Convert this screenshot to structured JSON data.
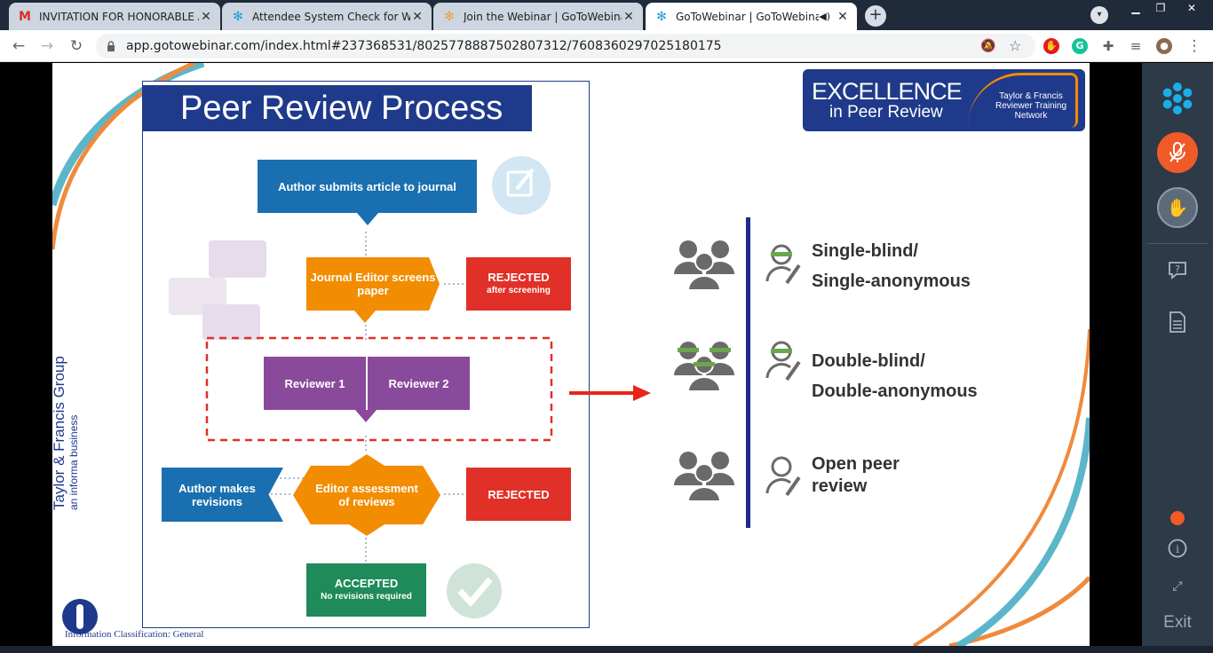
{
  "browser": {
    "tabs": [
      {
        "label": "INVITATION FOR HONORABLE A",
        "icon": "gmail-icon",
        "active": false
      },
      {
        "label": "Attendee System Check for Web",
        "icon": "gotowebinar-icon",
        "active": false
      },
      {
        "label": "Join the Webinar | GoToWebinar",
        "icon": "gotowebinar-icon",
        "active": false
      },
      {
        "label": "GoToWebinar | GoToWebinar",
        "icon": "gotowebinar-icon",
        "active": true
      }
    ],
    "url": "app.gotowebinar.com/index.html#237368531/8025778887502807312/7608360297025180175"
  },
  "slide": {
    "title": "Peer Review Process",
    "logo_excellence": "EXCELLENCE",
    "logo_in_peer_review": "in Peer Review",
    "logo_network": "Taylor & Francis Reviewer Training Network",
    "flow": {
      "author_submits": "Author submits article to journal",
      "editor_screens": "Journal Editor screens paper",
      "rejected_screening": "REJECTED",
      "rejected_screening_sub": "after screening",
      "reviewer1": "Reviewer 1",
      "reviewer2": "Reviewer 2",
      "author_revisions": "Author makes revisions",
      "editor_assessment": "Editor assessment of reviews",
      "rejected": "REJECTED",
      "accepted": "ACCEPTED",
      "accepted_sub": "No revisions required"
    },
    "review_types": [
      {
        "line1": "Single-blind/",
        "line2": "Single-anonymous"
      },
      {
        "line1": "Double-blind/",
        "line2": "Double-anonymous"
      },
      {
        "line1": "Open peer",
        "line2": "review"
      }
    ],
    "brand_main": "Taylor & Francis Group",
    "brand_sub": "an informa business",
    "classification": "Information Classification: General"
  },
  "panel": {
    "exit_label": "Exit"
  },
  "colors": {
    "navy": "#1f3a8a",
    "blue": "#1a6fb0",
    "orange": "#f28c00",
    "red": "#e03027",
    "purple": "#8a4a9b",
    "green": "#1f8a5a"
  }
}
